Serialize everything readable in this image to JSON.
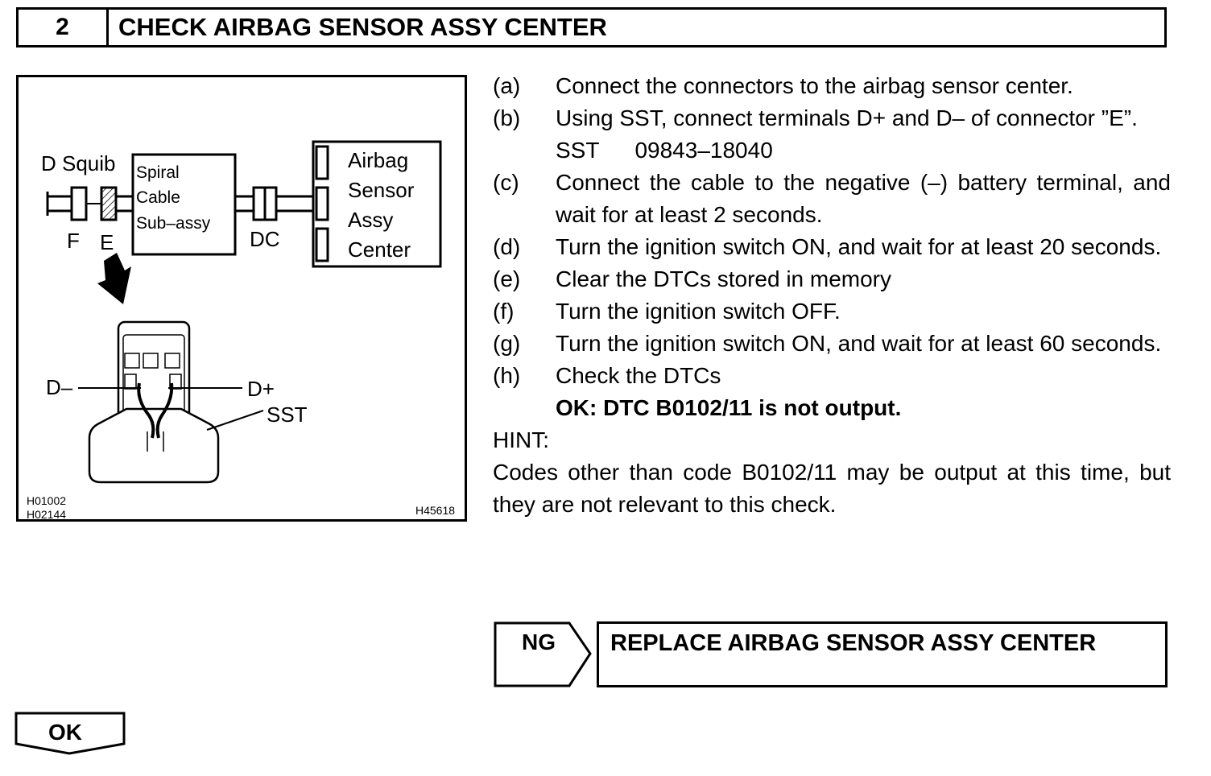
{
  "header": {
    "step_number": "2",
    "title": "CHECK AIRBAG SENSOR ASSY CENTER"
  },
  "figure": {
    "labels": {
      "d_squib": "D Squib",
      "spiral_1": "Spiral",
      "spiral_2": "Cable",
      "spiral_3": "Sub–assy",
      "airbag_1": "Airbag",
      "airbag_2": "Sensor",
      "airbag_3": "Assy",
      "airbag_4": "Center",
      "f": "F",
      "e": "E",
      "dc": "DC",
      "d_minus": "D–",
      "d_plus": "D+",
      "sst": "SST"
    },
    "codes": {
      "left_1": "H01002",
      "left_2": "H02144",
      "right": "H45618"
    }
  },
  "instructions": {
    "a": {
      "label": "(a)",
      "text": "Connect the connectors to the airbag sensor center."
    },
    "b": {
      "label": "(b)",
      "text": "Using SST, connect terminals D+ and D– of connector ”E”."
    },
    "sst_label": "SST",
    "sst_number": "09843–18040",
    "c": {
      "label": "(c)",
      "text": "Connect the cable to the negative (–) battery terminal, and wait for at least 2 seconds."
    },
    "d": {
      "label": "(d)",
      "text": "Turn the ignition switch ON, and wait for at least 20 seconds."
    },
    "e": {
      "label": "(e)",
      "text": "Clear the DTCs stored in memory"
    },
    "f": {
      "label": "(f)",
      "text": "Turn the ignition switch OFF."
    },
    "g": {
      "label": "(g)",
      "text": "Turn the ignition switch ON, and wait for at least 60 seconds."
    },
    "h": {
      "label": "(h)",
      "text": "Check the DTCs"
    },
    "ok_result": "OK: DTC B0102/11 is not output.",
    "hint_label": "HINT:",
    "hint_text": "Codes other than code B0102/11 may be output at this time, but they are not relevant to this check."
  },
  "outcomes": {
    "ng_label": "NG",
    "ng_action": "REPLACE AIRBAG SENSOR ASSY CENTER",
    "ok_label": "OK"
  }
}
